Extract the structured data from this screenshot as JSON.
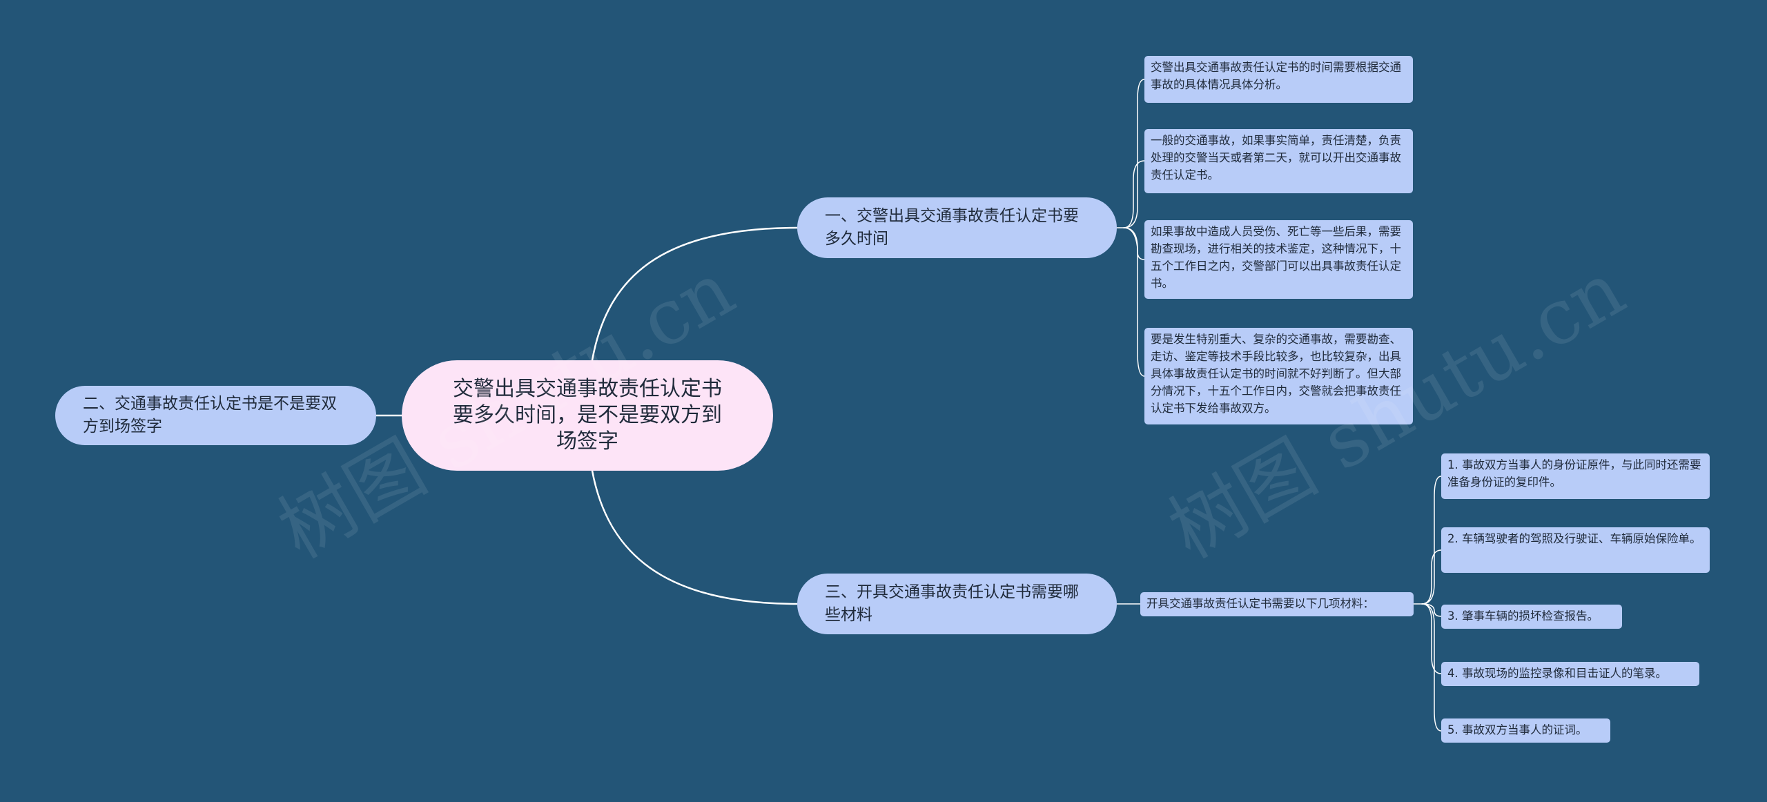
{
  "mindmap": {
    "root": "交警出具交通事故责任认定书要多久时间，是不是要双方到场签字",
    "branch1": {
      "label": "一、交警出具交通事故责任认定书要多久时间",
      "leaves": [
        "交警出具交通事故责任认定书的时间需要根据交通事故的具体情况具体分析。",
        "一般的交通事故，如果事实简单，责任清楚，负责处理的交警当天或者第二天，就可以开出交通事故责任认定书。",
        "如果事故中造成人员受伤、死亡等一些后果，需要勘查现场，进行相关的技术鉴定，这种情况下，十五个工作日之内，交警部门可以出具事故责任认定书。",
        "要是发生特别重大、复杂的交通事故，需要勘查、走访、鉴定等技术手段比较多，也比较复杂，出具具体事故责任认定书的时间就不好判断了。但大部分情况下，十五个工作日内，交警就会把事故责任认定书下发给事故双方。"
      ]
    },
    "branch2": {
      "label": "二、交通事故责任认定书是不是要双方到场签字"
    },
    "branch3": {
      "label": "三、开具交通事故责任认定书需要哪些材料",
      "middle": "开具交通事故责任认定书需要以下几项材料：",
      "leaves": [
        "1. 事故双方当事人的身份证原件，与此同时还需要准备身份证的复印件。",
        "2. 车辆驾驶者的驾照及行驶证、车辆原始保险单。",
        "3. 肇事车辆的损坏检查报告。",
        "4. 事故现场的监控录像和目击证人的笔录。",
        "5. 事故双方当事人的证词。"
      ]
    },
    "watermark": "树图 shutu.cn"
  },
  "colors": {
    "background": "#235577",
    "root_fill": "#fde4f7",
    "node_fill": "#b8ccf8",
    "connector": "#ffffff"
  }
}
